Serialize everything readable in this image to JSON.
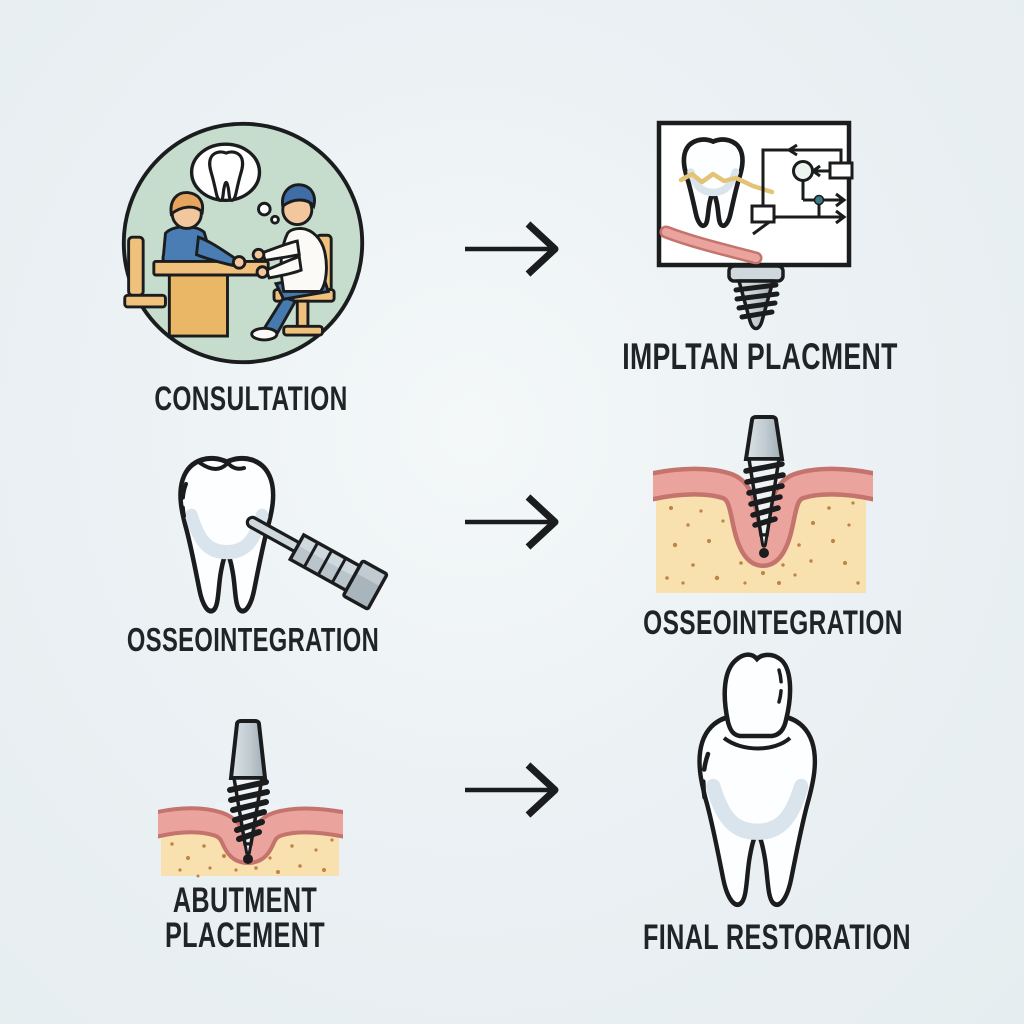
{
  "steps": [
    {
      "label": "CONSULTATION",
      "icon": "consultation-icon"
    },
    {
      "label": "IMPLTAN PLACMENT",
      "icon": "implant-placement-diagram-icon"
    },
    {
      "label": "OSSEOINTEGRATION",
      "icon": "tooth-drill-icon"
    },
    {
      "label": "OSSEOINTEGRATION",
      "icon": "implant-in-bone-icon"
    },
    {
      "label": "ABUTMENT PLACEMENT",
      "label_lines": [
        "ABUTMENT",
        "PLACEMENT"
      ],
      "icon": "abutment-in-bone-icon"
    },
    {
      "label": "FINAL RESTORATION",
      "icon": "crowned-tooth-icon"
    }
  ],
  "arrows": [
    {
      "icon": "right-arrow-icon",
      "direction": "right"
    },
    {
      "icon": "right-arrow-icon",
      "direction": "right"
    },
    {
      "icon": "right-arrow-icon",
      "direction": "right"
    }
  ],
  "colors": {
    "background": "#e9eff2",
    "label_text": "#212427",
    "outline": "#1b1c1e",
    "circle_fill": "#c6dccd",
    "skin": "#f2c79e",
    "hair_orange": "#e5a55e",
    "hair_blue": "#3f6da6",
    "shirt_blue": "#4a7db3",
    "shirt_white": "#fbfaf6",
    "pants_blue": "#4679ad",
    "furniture_tan": "#f0c07d",
    "furniture_tan2": "#eab766",
    "gum_pink": "#eaa49d",
    "gum_outline": "#c4736d",
    "bone_cream": "#f8e1af",
    "bone_dot": "#bf8347",
    "implant_gray": "#b3bec4",
    "implant_light": "#eff3f5",
    "crack_yellow": "#e4c377",
    "node_teal": "#3a7b87",
    "tooth_white": "#fdfeff",
    "tooth_shadow": "#d9e4ec"
  }
}
